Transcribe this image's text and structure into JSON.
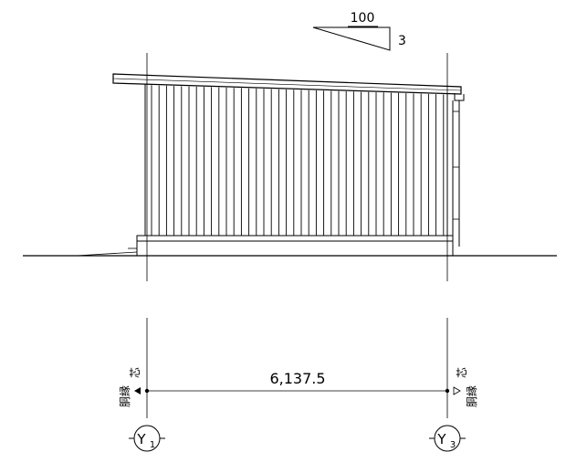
{
  "slope": {
    "run": "100",
    "rise": "3"
  },
  "dimension": {
    "value": "6,137.5"
  },
  "axis_note_left": {
    "line1": "胴縁",
    "line2": "芯"
  },
  "axis_note_right": {
    "line1": "胴縁",
    "line2": "芯"
  },
  "grid_left": {
    "label": "Y",
    "sub": "1"
  },
  "grid_right": {
    "label": "Y",
    "sub": "3"
  },
  "colors": {
    "line": "#000000",
    "background": "#ffffff"
  }
}
